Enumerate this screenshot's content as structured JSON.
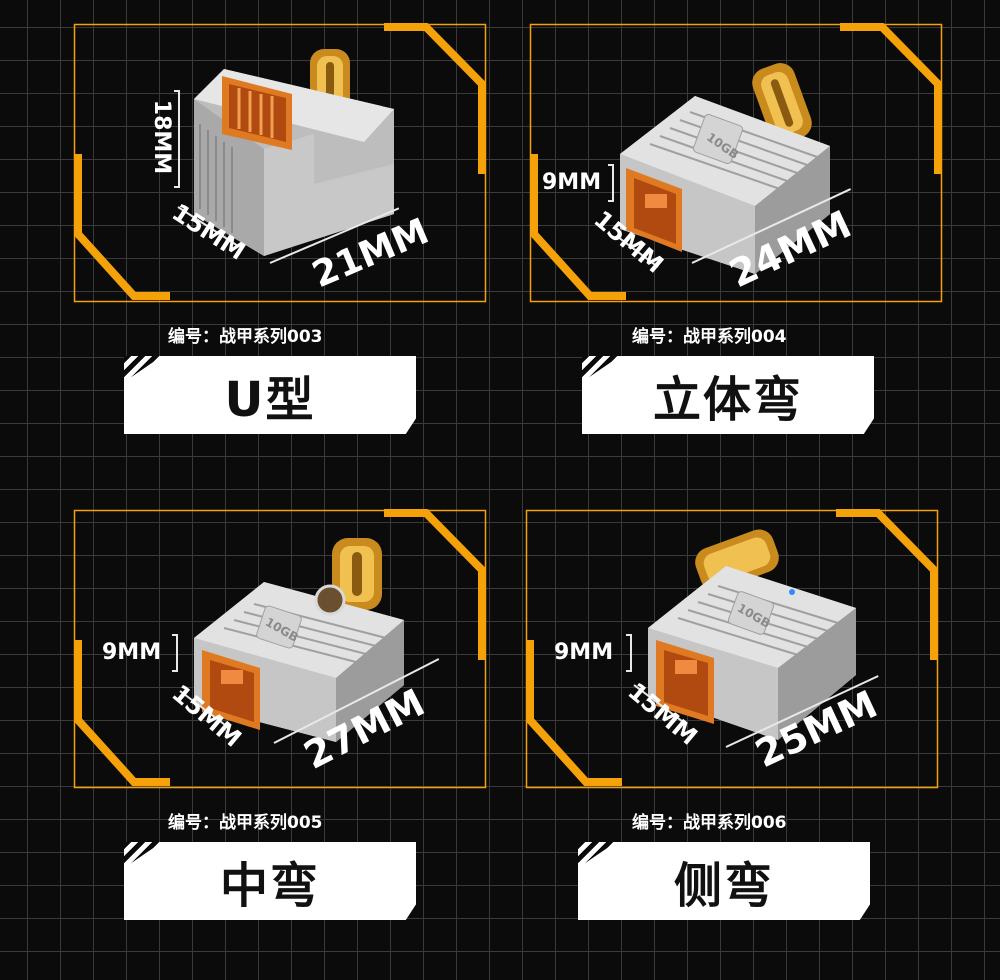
{
  "colors": {
    "frame": "#f5a20a",
    "grid": "#3a3a3a",
    "background": "#0b0b0b"
  },
  "panels": [
    {
      "id": "003",
      "dims": {
        "height": "18MM",
        "depth": "15MM",
        "length": "21MM"
      },
      "code": "编号：战甲系列003",
      "label": "U型"
    },
    {
      "id": "004",
      "dims": {
        "height": "9MM",
        "depth": "15MM",
        "length": "24MM"
      },
      "code": "编号：战甲系列004",
      "label": "立体弯",
      "badge": "10GB"
    },
    {
      "id": "005",
      "dims": {
        "height": "9MM",
        "depth": "15MM",
        "length": "27MM"
      },
      "code": "编号：战甲系列005",
      "label": "中弯",
      "badge": "10GB"
    },
    {
      "id": "006",
      "dims": {
        "height": "9MM",
        "depth": "15MM",
        "length": "25MM"
      },
      "code": "编号：战甲系列006",
      "label": "侧弯",
      "badge": "10GB"
    }
  ]
}
